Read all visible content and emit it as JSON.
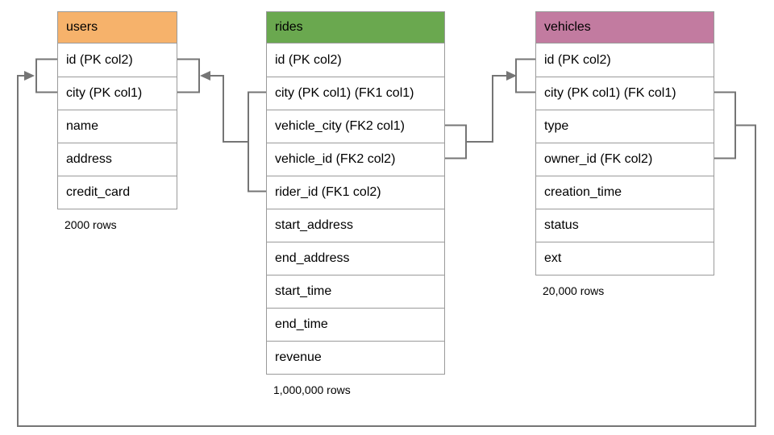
{
  "colors": {
    "line": "#757575",
    "border": "#9a9a9a"
  },
  "tables": [
    {
      "id": "users",
      "title": "users",
      "header_color": "#f6b26b",
      "columns": [
        "id (PK col2)",
        "city (PK col1)",
        "name",
        "address",
        "credit_card"
      ],
      "row_count_label": "2000 rows"
    },
    {
      "id": "rides",
      "title": "rides",
      "header_color": "#6aa84f",
      "columns": [
        "id (PK col2)",
        "city (PK col1) (FK1 col1)",
        "vehicle_city (FK2 col1)",
        "vehicle_id (FK2 col2)",
        "rider_id (FK1 col2)",
        "start_address",
        "end_address",
        "start_time",
        "end_time",
        "revenue"
      ],
      "row_count_label": "1,000,000 rows"
    },
    {
      "id": "vehicles",
      "title": "vehicles",
      "header_color": "#c27ba0",
      "columns": [
        "id (PK col2)",
        "city (PK col1) (FK col1)",
        "type",
        "owner_id (FK col2)",
        "creation_time",
        "status",
        "ext"
      ],
      "row_count_label": "20,000 rows"
    }
  ],
  "connections": [
    {
      "name": "rides-fk1-to-users",
      "from_table": "rides",
      "from_columns": [
        "city (FK1 col1)",
        "rider_id (FK1 col2)"
      ],
      "to_table": "users",
      "to_columns": [
        "id (PK col2)",
        "city (PK col1)"
      ]
    },
    {
      "name": "rides-fk2-to-vehicles",
      "from_table": "rides",
      "from_columns": [
        "vehicle_city (FK2 col1)",
        "vehicle_id (FK2 col2)"
      ],
      "to_table": "vehicles",
      "to_columns": [
        "id (PK col2)",
        "city (PK col1)"
      ]
    },
    {
      "name": "vehicles-fk-to-users",
      "from_table": "vehicles",
      "from_columns": [
        "city (FK col1)",
        "owner_id (FK col2)"
      ],
      "to_table": "users",
      "to_columns": [
        "id (PK col2)",
        "city (PK col1)"
      ]
    }
  ]
}
